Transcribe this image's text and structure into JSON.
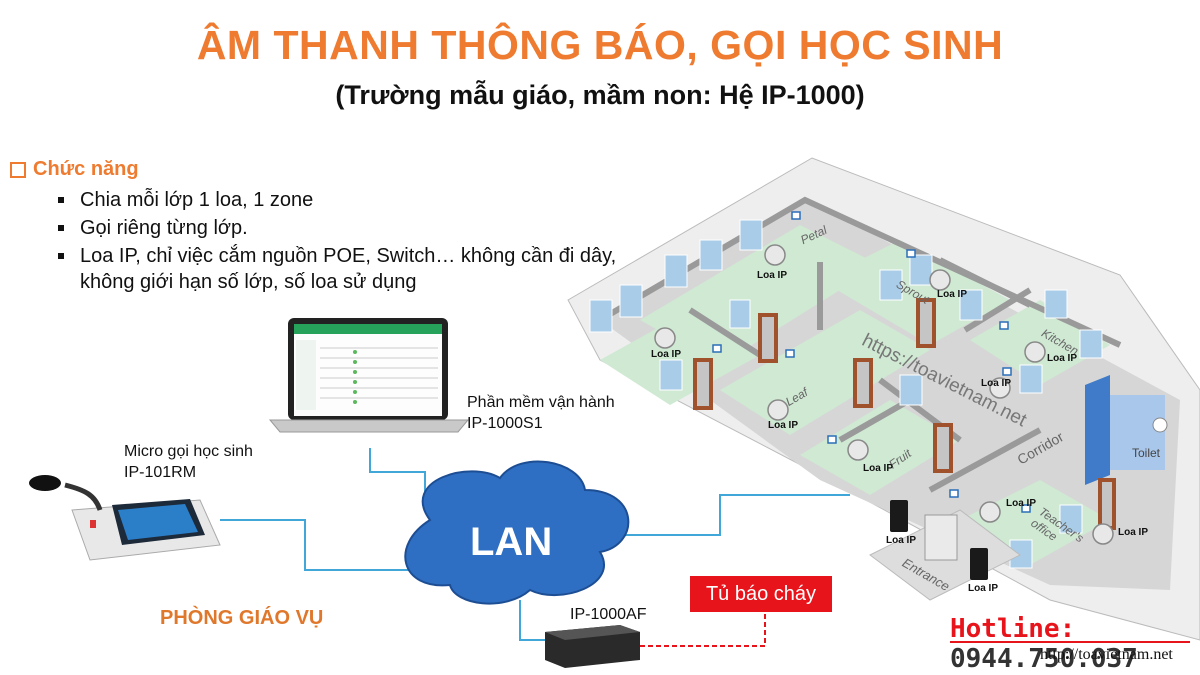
{
  "header": {
    "title": "ÂM THANH THÔNG BÁO, GỌI HỌC SINH",
    "subtitle": "(Trường mẫu giáo, mầm non: Hệ IP-1000)"
  },
  "features": {
    "heading": "Chức năng",
    "items": [
      "Chia mỗi lớp 1 loa, 1 zone",
      "Gọi riêng từng lớp.",
      "Loa IP, chỉ việc cắm nguồn POE, Switch… không cần đi dây, không giới hạn số lớp, số loa sử dụng"
    ]
  },
  "devices": {
    "software": {
      "line1": "Phần mềm vận hành",
      "line2": "IP-1000S1"
    },
    "micro": {
      "line1": "Micro gọi học sinh",
      "line2": "IP-101RM"
    },
    "lan": "LAN",
    "amp": "IP-1000AF",
    "fire_panel": "Tủ báo cháy",
    "office": "PHÒNG GIÁO VỤ"
  },
  "rooms": {
    "petal": "Petal",
    "sprout": "Sprout",
    "kitchen": "Kitchen",
    "leaf": "Leaf",
    "fruit": "Fruit",
    "corridor": "Corridor",
    "toilet": "Toilet",
    "teachers_office": "Teacher's office",
    "entrance": "Entrance"
  },
  "speaker_label": "Loa IP",
  "watermark": "https://toavietnam.net",
  "contact": {
    "hotline_label": "Hotline:",
    "hotline_number": "0944.750.037",
    "website": "http://toavietnam.net"
  },
  "colors": {
    "title": "#ee7b2f",
    "lan_cloud": "#2e6fc3",
    "network_line": "#41a7d8",
    "fire_box": "#e8141b",
    "floor": "#cfe9d3"
  }
}
